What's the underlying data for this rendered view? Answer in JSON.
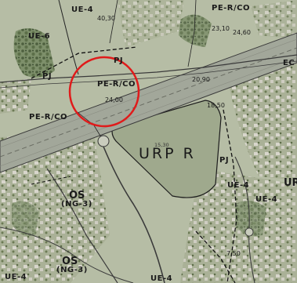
{
  "map": {
    "labels": {
      "ue4_top": "UE-4",
      "ue6": "UE-6",
      "pe_rco_topright": "PE-R/CO",
      "ec": "EC",
      "pj_top": "PJ",
      "pj_left": "PJ",
      "pe_rco_circled": "PE-R/CO",
      "pe_rco_left": "PE-R/CO",
      "urp_r": "URP R",
      "pj_right": "PJ",
      "ue4_right": "UE-4",
      "ue4_right2": "UE-4",
      "ur_edge": "UR",
      "os_1": "OS",
      "ng3_1": "(NG-3)",
      "os_2": "OS",
      "ng3_2": "(NG-3)",
      "ue4_bottomleft": "UE-4",
      "ue4_bottom": "UE-4"
    },
    "elevations": {
      "e1": "40,30",
      "e2": "23,10",
      "e3": "24,60",
      "e4": "24,00",
      "e5": "20,90",
      "e6": "18,50",
      "e7": "15,30",
      "e8": "7,50"
    },
    "highlight": {
      "shape": "circle",
      "color": "#e01b1b",
      "encloses": "PE-R/CO"
    }
  }
}
